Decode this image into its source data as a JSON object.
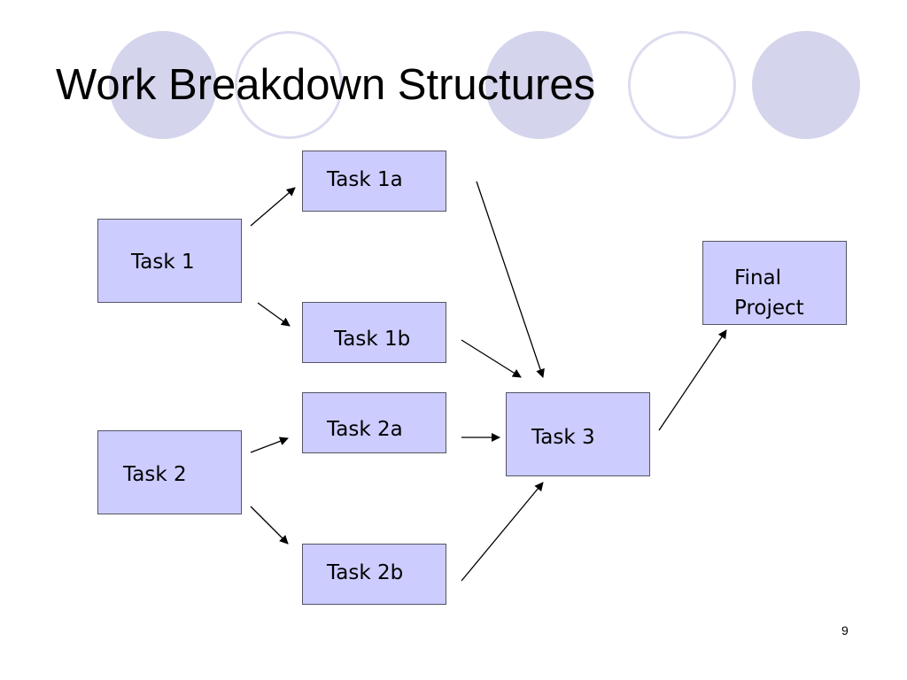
{
  "slide": {
    "title": "Work Breakdown Structures",
    "page_number": "9"
  },
  "colors": {
    "node_fill": "#ccccff",
    "node_border": "#555566",
    "arrow": "#000000",
    "decor_filled": "#d4d4ec",
    "decor_ring": "#dcdcf0"
  },
  "nodes": [
    {
      "id": "task-1",
      "label": "Task 1"
    },
    {
      "id": "task-1a",
      "label": "Task 1a"
    },
    {
      "id": "task-1b",
      "label": "Task 1b"
    },
    {
      "id": "task-2",
      "label": "Task 2"
    },
    {
      "id": "task-2a",
      "label": "Task 2a"
    },
    {
      "id": "task-2b",
      "label": "Task 2b"
    },
    {
      "id": "task-3",
      "label": "Task 3"
    },
    {
      "id": "final-project",
      "label_line1": "Final",
      "label_line2": "Project"
    }
  ],
  "edges": [
    {
      "from": "task-1",
      "to": "task-1a"
    },
    {
      "from": "task-1",
      "to": "task-1b"
    },
    {
      "from": "task-2",
      "to": "task-2a"
    },
    {
      "from": "task-2",
      "to": "task-2b"
    },
    {
      "from": "task-1a",
      "to": "task-3"
    },
    {
      "from": "task-1b",
      "to": "task-3"
    },
    {
      "from": "task-2a",
      "to": "task-3"
    },
    {
      "from": "task-2b",
      "to": "task-3"
    },
    {
      "from": "task-3",
      "to": "final-project"
    }
  ]
}
